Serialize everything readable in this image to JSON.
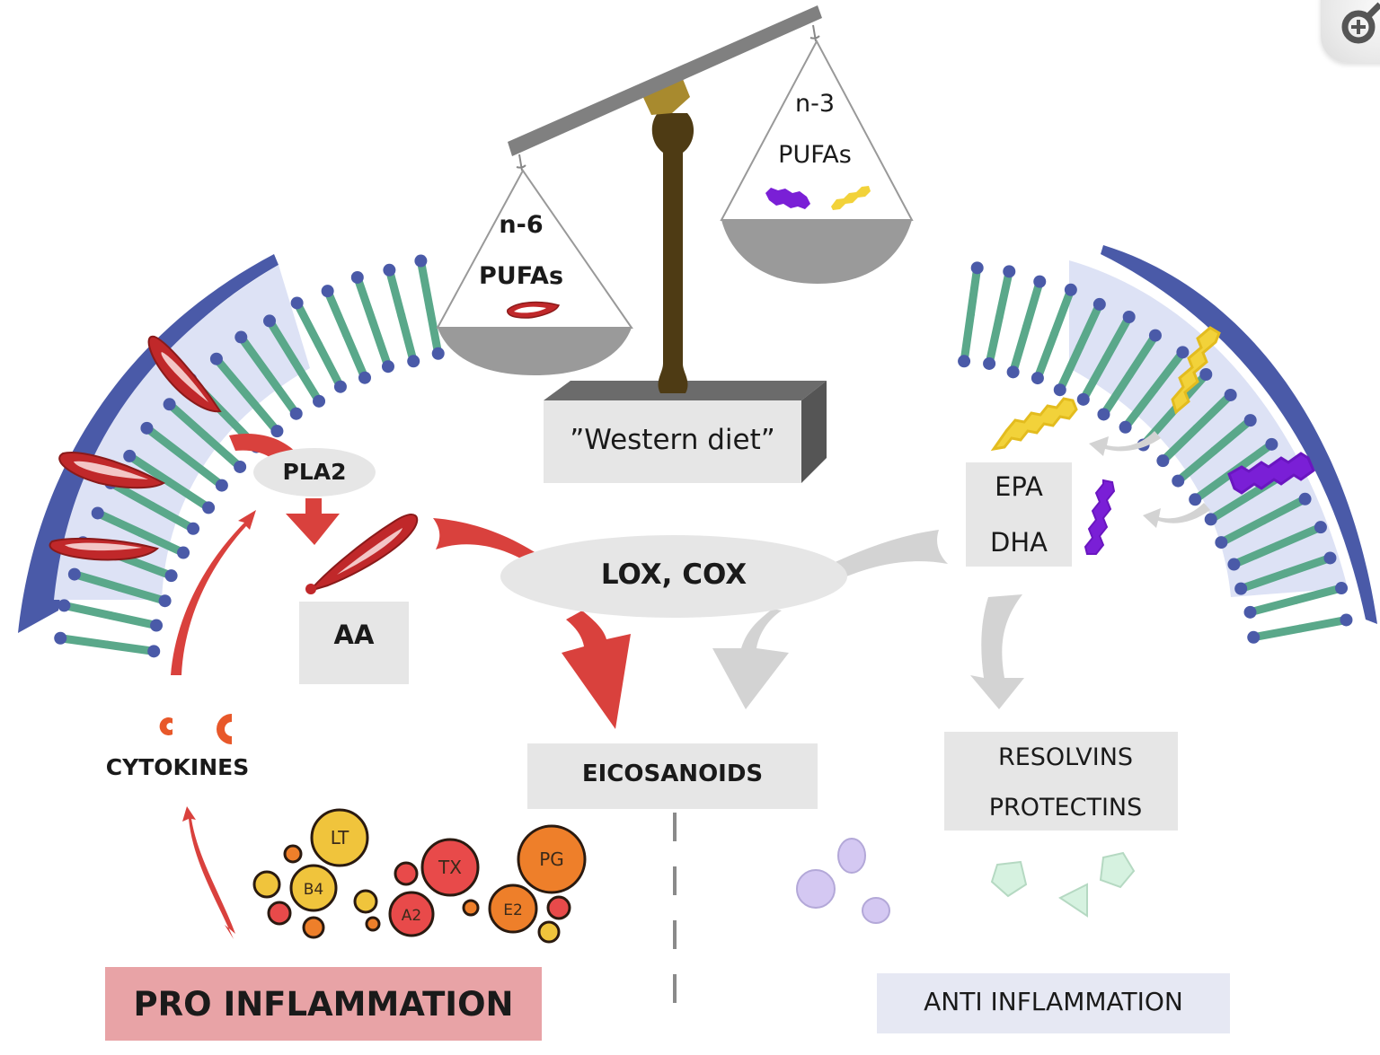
{
  "figure": {
    "title": "n-6 / n-3 PUFA balance and inflammation",
    "colors": {
      "membrane_blue": "#4a5aa8",
      "lipid_tail_green": "#5aa88a",
      "membrane_fill": "#dde2f5",
      "aa_red": "#c0282a",
      "pro_arrow_red": "#d9413d",
      "anti_arrow_gray": "#d3d3d3",
      "epa_yellow": "#f2d23a",
      "dha_purple": "#7a1fd6",
      "label_box_gray": "#e6e6e6",
      "pro_box_pink": "#e8a3a6",
      "anti_box_lavender": "#e6e8f3",
      "cytokine_orange": "#e8582a",
      "scale_beam": "#808080",
      "scale_post": "#4e3b14",
      "scale_pivot": "#a88a2e"
    }
  },
  "scale": {
    "left_pan": {
      "line1": "n-6",
      "line2": "PUFAs",
      "contents": [
        "arachidonic-acid-molecule"
      ]
    },
    "right_pan": {
      "line1": "n-3",
      "line2": "PUFAs",
      "contents": [
        "dha-molecule",
        "epa-molecule"
      ]
    },
    "base_label": "”Western diet”",
    "tilt": "left pan heavier (n-6 dominant)"
  },
  "pro_pathway": {
    "enzyme_pla2": "PLA2",
    "aa_label": "AA",
    "enzyme_lox_cox": "LOX, COX",
    "eicosanoids_label": "EICOSANOIDS",
    "cytokines_label": "CYTOKINES",
    "mediators": [
      {
        "label": "LT",
        "color": "#f0c43c"
      },
      {
        "label": "B4",
        "color": "#f0c43c"
      },
      {
        "label": "TX",
        "color": "#e84a4a"
      },
      {
        "label": "A2",
        "color": "#e84a4a"
      },
      {
        "label": "PG",
        "color": "#ee7f2a"
      },
      {
        "label": "E2",
        "color": "#ee7f2a"
      }
    ],
    "footer_label": "PRO INFLAMMATION"
  },
  "anti_pathway": {
    "epa_label": "EPA",
    "dha_label": "DHA",
    "resolvins_label": "RESOLVINS",
    "protectins_label": "PROTECTINS",
    "footer_label": "ANTI INFLAMMATION"
  },
  "viewer": {
    "zoom_button": "zoom-in-icon"
  }
}
